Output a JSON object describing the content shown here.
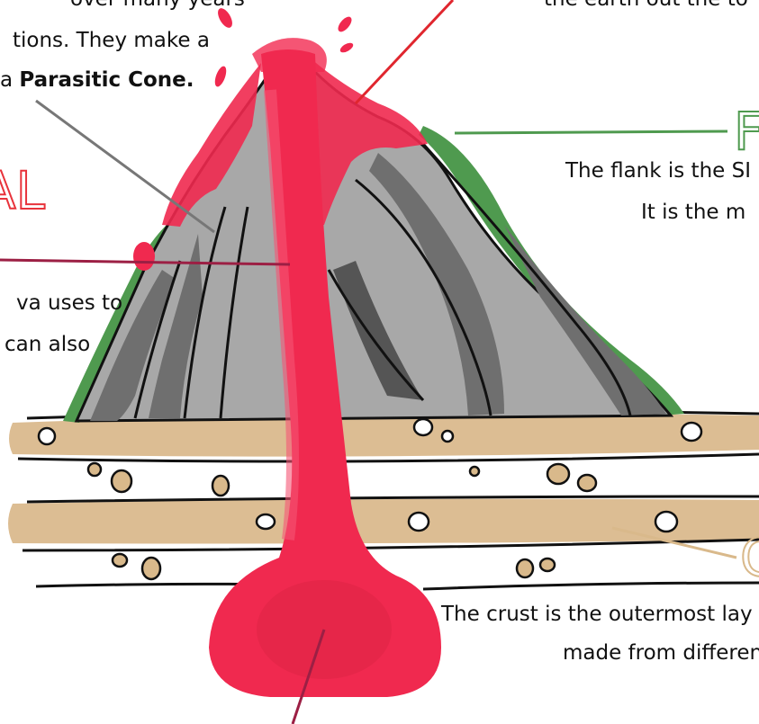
{
  "labels": {
    "top_left_line1": "over many years",
    "top_left_line2": "tions. They make a",
    "top_left_line3_prefix": "a ",
    "top_left_line3_bold": "Parasitic Cone.",
    "top_right_line1": "the earth out the to",
    "left_big_letter": "AL",
    "left_line1": "va uses to",
    "left_line2": "can also",
    "flank_big_letter": "F",
    "flank_line1": "The flank is the SI",
    "flank_line2": "It is the m",
    "crust_big_letter": "C",
    "crust_line1": "The crust is the outermost lay",
    "crust_line2": "made from differen"
  },
  "colors": {
    "lava": "#f0294f",
    "lava_light": "#f55574",
    "rock_dark": "#6f6f6f",
    "rock_light": "#a8a8a8",
    "flank_green": "#4f9a4f",
    "crust_tan": "#dcbd93",
    "crust_label_line": "#d9b98b",
    "red_pointer": "#e0262e",
    "maroon_pointer": "#9c1f44",
    "grey_pointer": "#777777",
    "left_letter_red": "#e8333b"
  }
}
